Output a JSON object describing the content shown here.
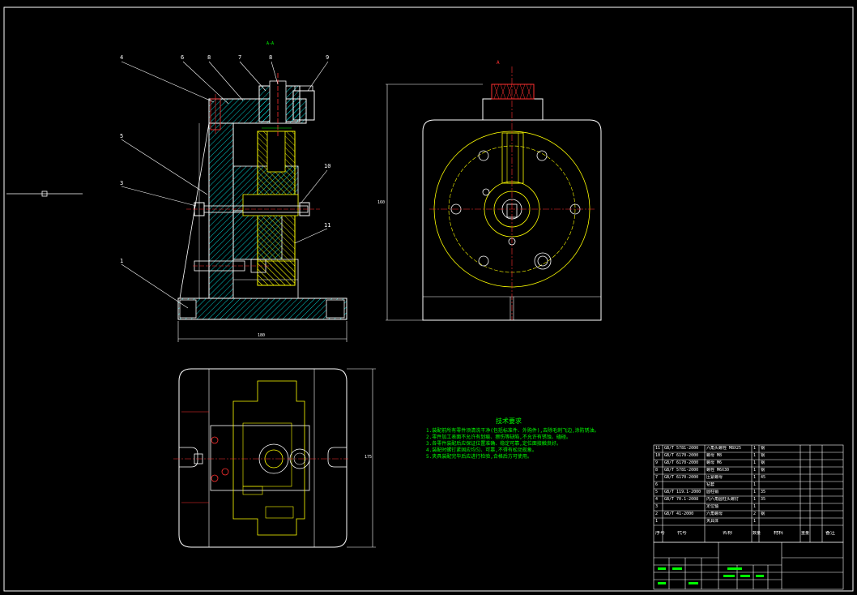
{
  "colors": {
    "background": "#000000",
    "outline": "#ffffff",
    "hatch": "#00ffff",
    "yellow": "#ffff00",
    "red": "#ff3030",
    "green": "#00ff00",
    "cyan": "#00ffff"
  },
  "callouts": [
    "4",
    "6",
    "8",
    "7",
    "8",
    "9",
    "5",
    "3",
    "10",
    "11",
    "1"
  ],
  "section_label_front": "A-A",
  "section_label_side": "A",
  "dimension_front_width": "180",
  "dimension_side_height": "160",
  "dimension_top_height": "175",
  "tech_requirements": {
    "title": "技术要求",
    "lines": [
      "1.装配前所有零件须清洗干净(包括标准件、外购件),去除毛刺飞边,涂防锈油。",
      "2.零件加工表面不允许有划痕、擦伤等缺陷,不允许有锈蚀、磕碰。",
      "3.各零件装配后应保证位置准确、稳定可靠,定位面接触良好。",
      "4.装配时螺钉紧固应均匀、可靠,不得有松动现象。",
      "5.夹具装配完毕后应进行检验,合格后方可使用。"
    ]
  },
  "bom": {
    "header": {
      "no": "序号",
      "code": "代号",
      "name": "名称",
      "qty": "数量",
      "material": "材料",
      "weight": "重量",
      "remark": "备注"
    },
    "rows": [
      {
        "no": "11",
        "code": "GB/T 5781-2000",
        "name": "六角头螺栓 M8X25",
        "qty": "1",
        "material": "钢"
      },
      {
        "no": "10",
        "code": "GB/T 6170-2000",
        "name": "螺母 M8",
        "qty": "1",
        "material": "钢"
      },
      {
        "no": "9",
        "code": "GB/T 6170-2000",
        "name": "螺母 M6",
        "qty": "1",
        "material": "钢"
      },
      {
        "no": "8",
        "code": "GB/T 5781-2000",
        "name": "螺栓 M6X30",
        "qty": "1",
        "material": "钢"
      },
      {
        "no": "7",
        "code": "GB/T 6170-2000",
        "name": "压紧螺母",
        "qty": "1",
        "material": "45"
      },
      {
        "no": "6",
        "code": "",
        "name": "钻套",
        "qty": "1",
        "material": ""
      },
      {
        "no": "5",
        "code": "GB/T 119.1-2000",
        "name": "圆柱销",
        "qty": "1",
        "material": "35"
      },
      {
        "no": "4",
        "code": "GB/T 70.1-2008",
        "name": "内六角圆柱头螺钉",
        "qty": "1",
        "material": "35"
      },
      {
        "no": "3",
        "code": "",
        "name": "定位轴",
        "qty": "1",
        "material": ""
      },
      {
        "no": "2",
        "code": "GB/T 41-2000",
        "name": "六角螺母",
        "qty": "2",
        "material": "钢"
      },
      {
        "no": "1",
        "code": "",
        "name": "夹具体",
        "qty": "1",
        "material": ""
      }
    ]
  }
}
